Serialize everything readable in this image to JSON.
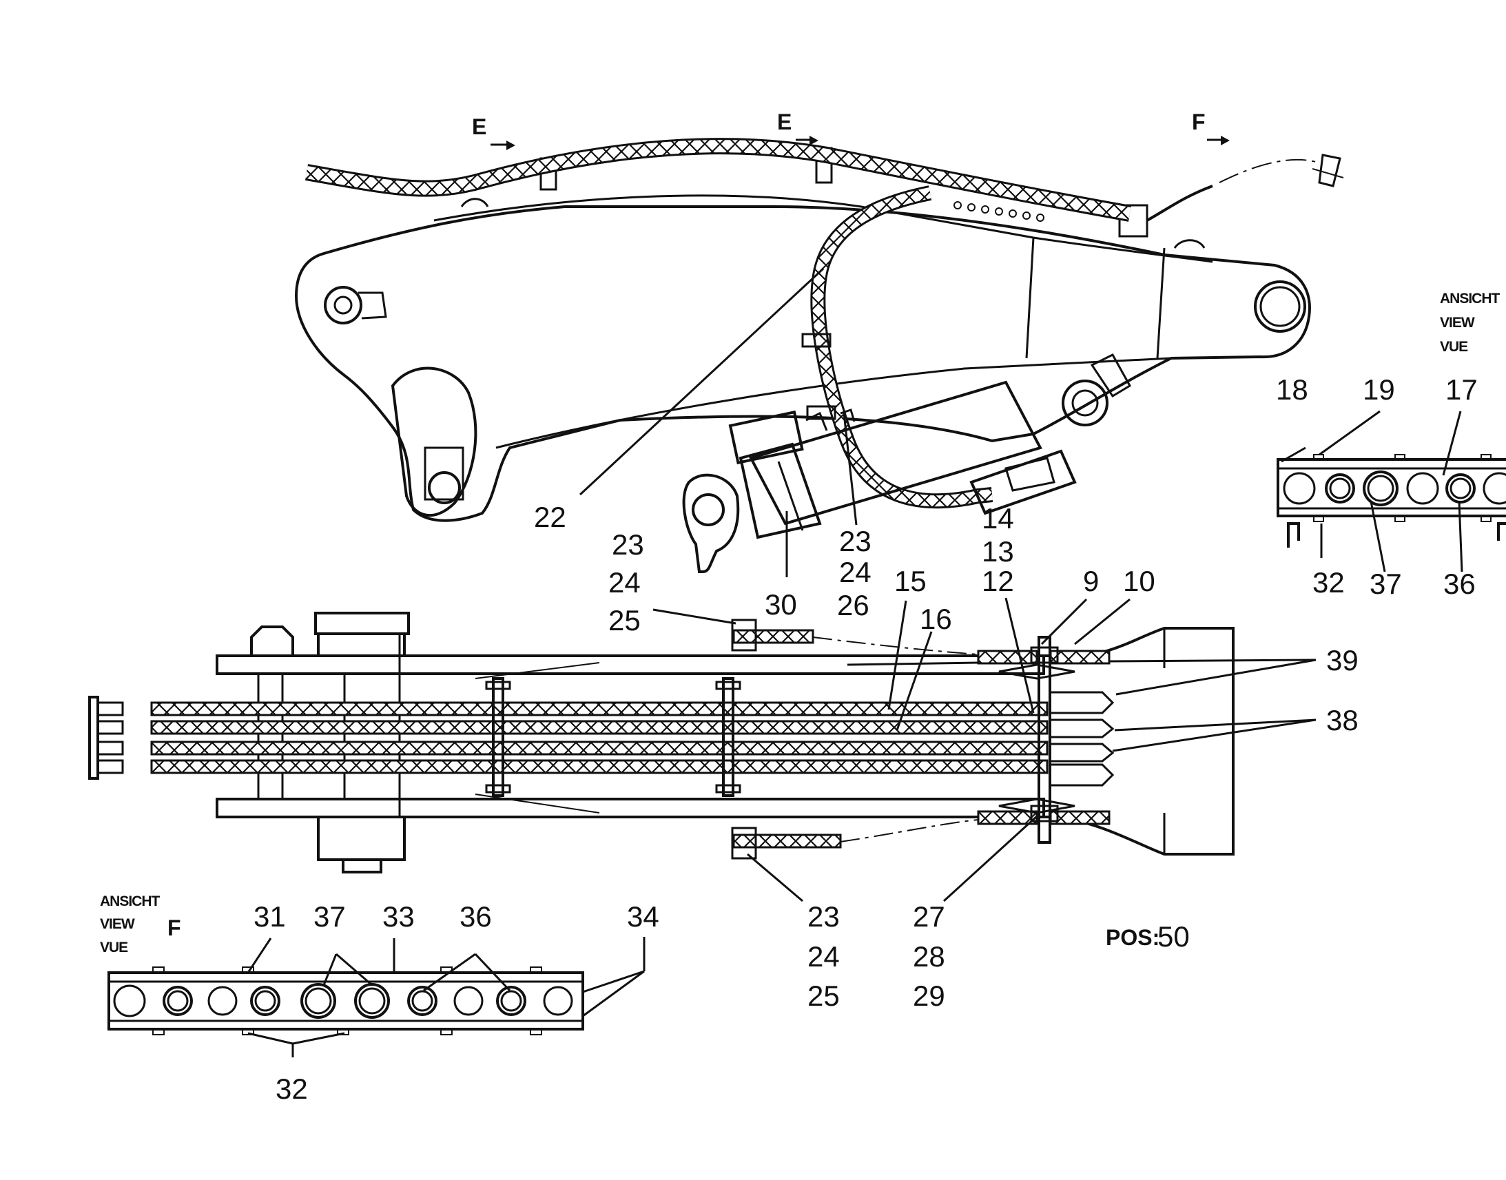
{
  "drawing": {
    "arrow_labels": [
      {
        "id": "e1",
        "text": "E"
      },
      {
        "id": "e2",
        "text": "E"
      },
      {
        "id": "f1",
        "text": "F"
      }
    ],
    "pos_label": "POS:",
    "pos_value": "50",
    "view_right": {
      "line1": "ANSICHT",
      "line2": "VIEW",
      "line3": "VUE"
    },
    "view_left": {
      "line1": "ANSICHT",
      "line2": "VIEW",
      "line3": "VUE",
      "letter": "F"
    },
    "callouts": [
      {
        "id": "c18",
        "text": "18"
      },
      {
        "id": "c19",
        "text": "19"
      },
      {
        "id": "c17",
        "text": "17"
      },
      {
        "id": "c32r",
        "text": "32"
      },
      {
        "id": "c37r",
        "text": "37"
      },
      {
        "id": "c36r",
        "text": "36"
      },
      {
        "id": "c22",
        "text": "22"
      },
      {
        "id": "c23a",
        "text": "23"
      },
      {
        "id": "c24a",
        "text": "24"
      },
      {
        "id": "c25a",
        "text": "25"
      },
      {
        "id": "c30",
        "text": "30"
      },
      {
        "id": "c23b",
        "text": "23"
      },
      {
        "id": "c24b",
        "text": "24"
      },
      {
        "id": "c26",
        "text": "26"
      },
      {
        "id": "c15",
        "text": "15"
      },
      {
        "id": "c16",
        "text": "16"
      },
      {
        "id": "c14",
        "text": "14"
      },
      {
        "id": "c13",
        "text": "13"
      },
      {
        "id": "c12",
        "text": "12"
      },
      {
        "id": "c9",
        "text": "9"
      },
      {
        "id": "c10",
        "text": "10"
      },
      {
        "id": "c39",
        "text": "39"
      },
      {
        "id": "c38",
        "text": "38"
      },
      {
        "id": "c31",
        "text": "31"
      },
      {
        "id": "c37l",
        "text": "37"
      },
      {
        "id": "c33",
        "text": "33"
      },
      {
        "id": "c36l",
        "text": "36"
      },
      {
        "id": "c34",
        "text": "34"
      },
      {
        "id": "c32l",
        "text": "32"
      },
      {
        "id": "c23c",
        "text": "23"
      },
      {
        "id": "c24c",
        "text": "24"
      },
      {
        "id": "c25c",
        "text": "25"
      },
      {
        "id": "c27",
        "text": "27"
      },
      {
        "id": "c28",
        "text": "28"
      },
      {
        "id": "c29",
        "text": "29"
      }
    ]
  }
}
